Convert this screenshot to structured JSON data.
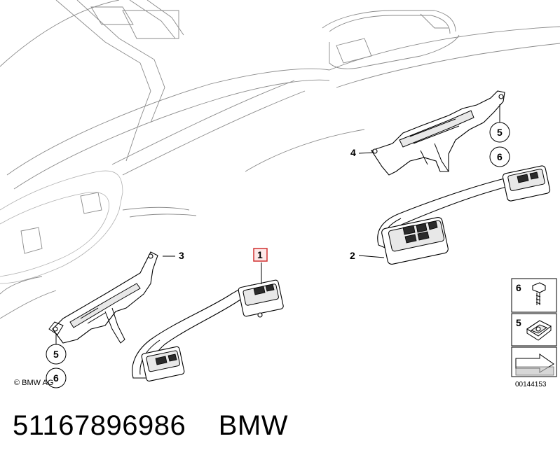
{
  "callouts": {
    "c1": "1",
    "c2": "2",
    "c3": "3",
    "c4": "4",
    "c5a": "5",
    "c6a": "6",
    "c5b": "5",
    "c6b": "6"
  },
  "legend": {
    "item6": "6",
    "item5": "5"
  },
  "copyright": "© BMW AG",
  "doc_number": "00144153",
  "caption": {
    "part_number": "51167896986",
    "brand": "BMW"
  },
  "colors": {
    "highlight_box": "#d03030"
  }
}
